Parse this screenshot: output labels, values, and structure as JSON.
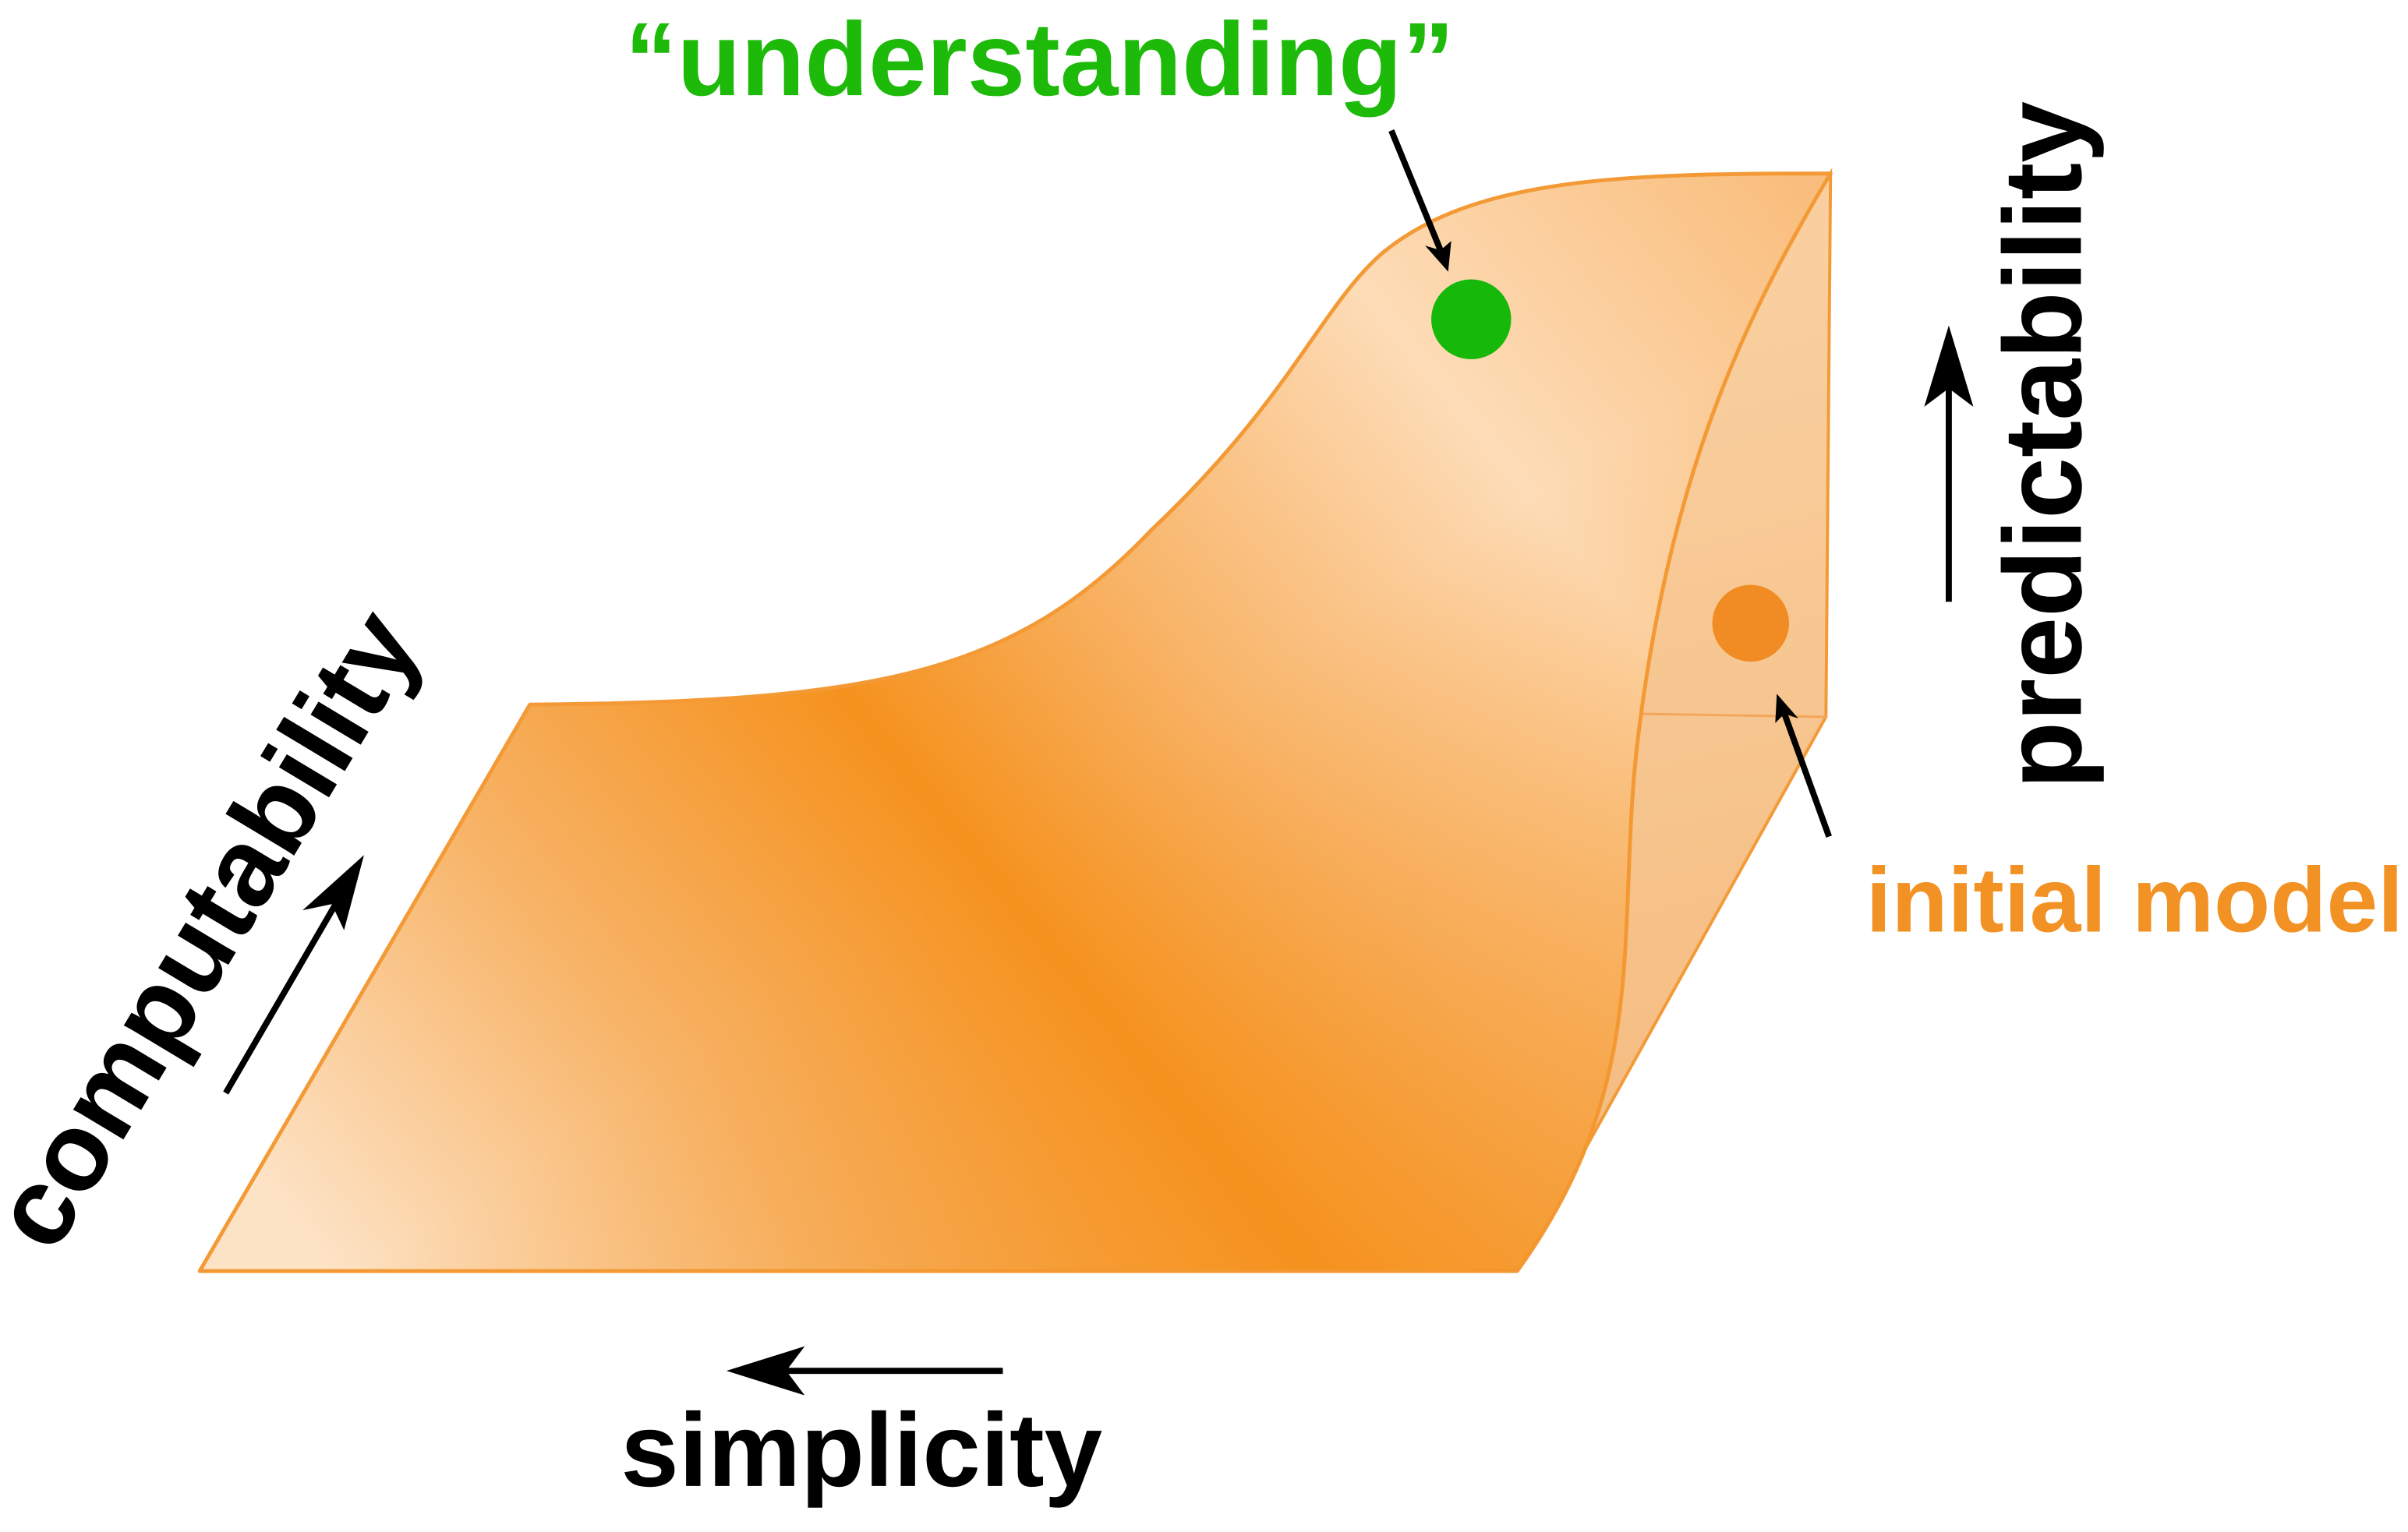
{
  "labels": {
    "understanding": "“understanding”",
    "initial_model": "initial model",
    "predictability": "predictability",
    "computability": "computability",
    "simplicity": "simplicity"
  },
  "colors": {
    "understanding_text": "#1dba0a",
    "understanding_dot": "#16b80a",
    "initial_model_text": "#f29224",
    "initial_model_dot": "#f18c24",
    "surface_dark": "#f5921e",
    "surface_light": "#fde3c6",
    "surface_edge": "#f39a36",
    "side_face": "#f6c48e",
    "axis_text": "#000000"
  },
  "icons": {
    "predictability_arrow": "arrow-up-icon",
    "computability_arrow": "arrow-up-right-icon",
    "simplicity_arrow": "arrow-left-icon",
    "understanding_pointer": "arrow-pointer-icon",
    "initial_model_pointer": "arrow-pointer-icon"
  }
}
